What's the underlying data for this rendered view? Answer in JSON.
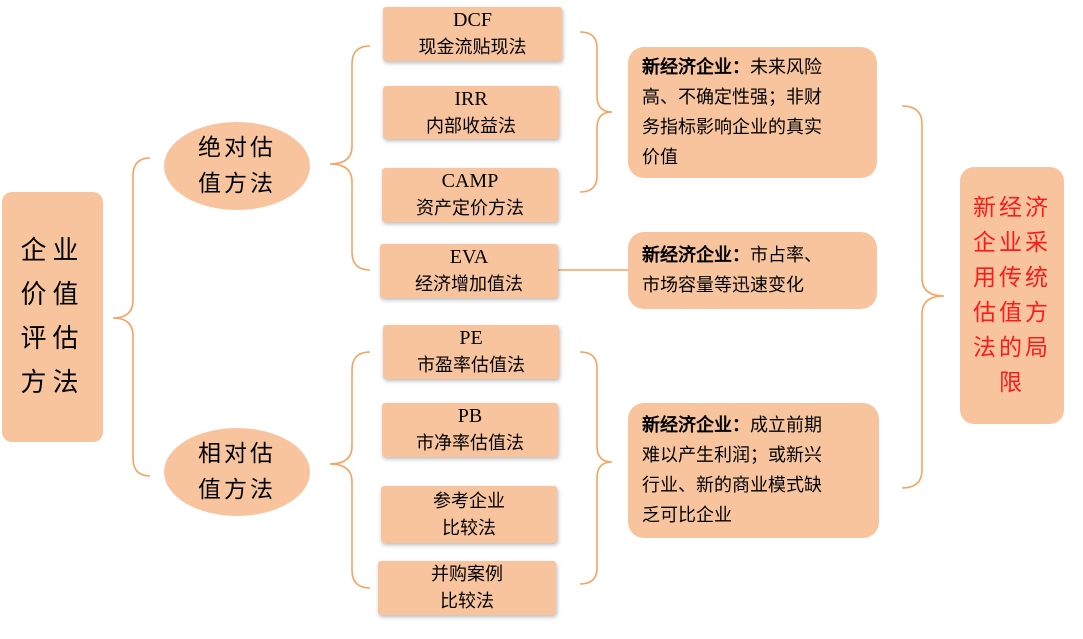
{
  "root": {
    "lines": [
      "企业",
      "价值",
      "评估",
      "方法"
    ]
  },
  "absolute": {
    "lines": [
      "绝对估",
      "值方法"
    ],
    "methods": [
      {
        "abbr": "DCF",
        "name": "现金流贴现法"
      },
      {
        "abbr": "IRR",
        "name": "内部收益法"
      },
      {
        "abbr": "CAMP",
        "name": "资产定价方法"
      },
      {
        "abbr": "EVA",
        "name": "经济增加值法"
      }
    ]
  },
  "relative": {
    "lines": [
      "相对估",
      "值方法"
    ],
    "methods": [
      {
        "abbr": "PE",
        "name": "市盈率估值法"
      },
      {
        "abbr": "PB",
        "name": "市净率估值法"
      },
      {
        "line1": "参考企业",
        "line2": "比较法"
      },
      {
        "line1": "并购案例",
        "line2": "比较法"
      }
    ]
  },
  "notes": [
    {
      "label": "新经济企业：",
      "lines": [
        "未来风险",
        "高、不确定性强；非财",
        "务指标影响企业的真实",
        "价值"
      ]
    },
    {
      "label": "新经济企业：",
      "lines": [
        "市占率、",
        "市场容量等迅速变化"
      ]
    },
    {
      "label": "新经济企业：",
      "lines": [
        "成立前期",
        "难以产生利润；或新兴",
        "行业、新的商业模式缺",
        "乏可比企业"
      ]
    }
  ],
  "limitation": {
    "lines": [
      "新经济",
      "企业采",
      "用传统",
      "估值方",
      "法的局",
      "限"
    ]
  },
  "colors": {
    "box_fill": "#F8C49E",
    "connector": "#F4A460",
    "limit_text": "#FF1A1A"
  }
}
